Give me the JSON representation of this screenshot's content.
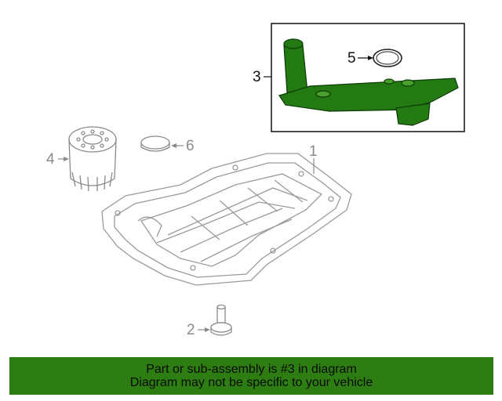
{
  "colors": {
    "highlight_part": "#237a12",
    "part_outline": "#9a9a9a",
    "banner_background": "#2e7d12",
    "banner_text": "#0a0a0a"
  },
  "callouts": [
    {
      "number": "1",
      "part": "oil pan"
    },
    {
      "number": "2",
      "part": "drain plug"
    },
    {
      "number": "3",
      "part": "filter assembly",
      "highlighted": true
    },
    {
      "number": "4",
      "part": "oil filter"
    },
    {
      "number": "5",
      "part": "seal"
    },
    {
      "number": "6",
      "part": "plug"
    }
  ],
  "banner": {
    "line1": "Part or sub-assembly is #3 in diagram",
    "line2": "Diagram may not be specific to your vehicle"
  }
}
